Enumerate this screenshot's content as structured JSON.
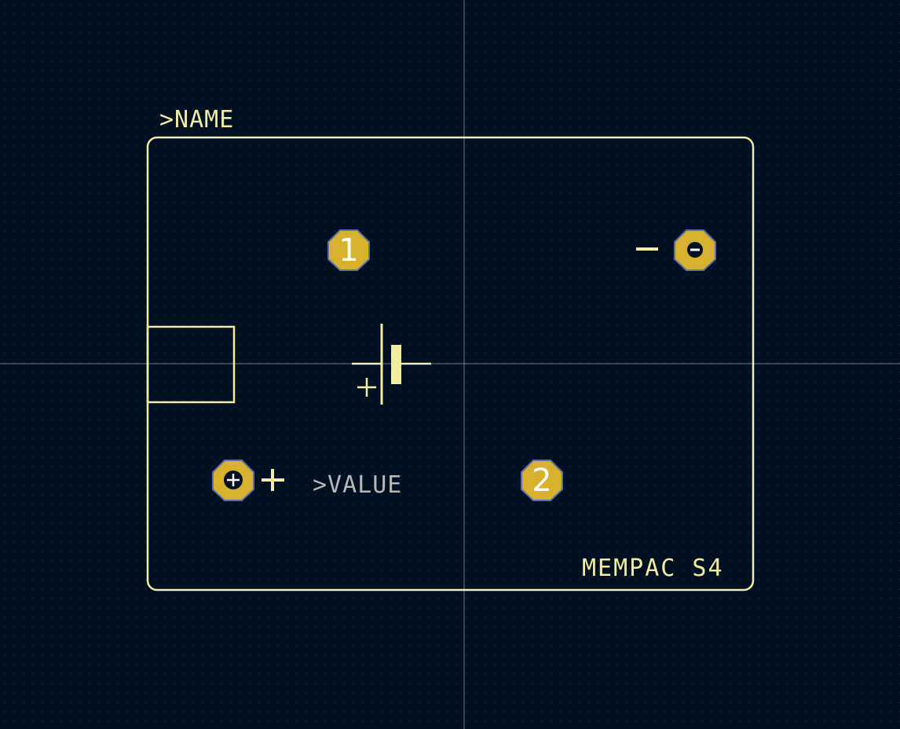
{
  "canvas": {
    "background_color": "#001023",
    "silkscreen_color": "#f2eda1",
    "pad_color": "#d8b12f",
    "pad_outline_color": "#5b6fa8",
    "value_text_color": "#b8b8b8",
    "grid_dot_color": "#39465a"
  },
  "footprint": {
    "name_label": ">NAME",
    "value_label": ">VALUE",
    "part_label": "MEMPAC S4",
    "symbol_plus": "+",
    "marker_minus": "−",
    "marker_plus": "+"
  },
  "pads": [
    {
      "number": "1",
      "hole_icon": "none"
    },
    {
      "number": "2",
      "hole_icon": "none"
    },
    {
      "number": "",
      "hole_icon": "minus"
    },
    {
      "number": "",
      "hole_icon": "plus"
    }
  ]
}
